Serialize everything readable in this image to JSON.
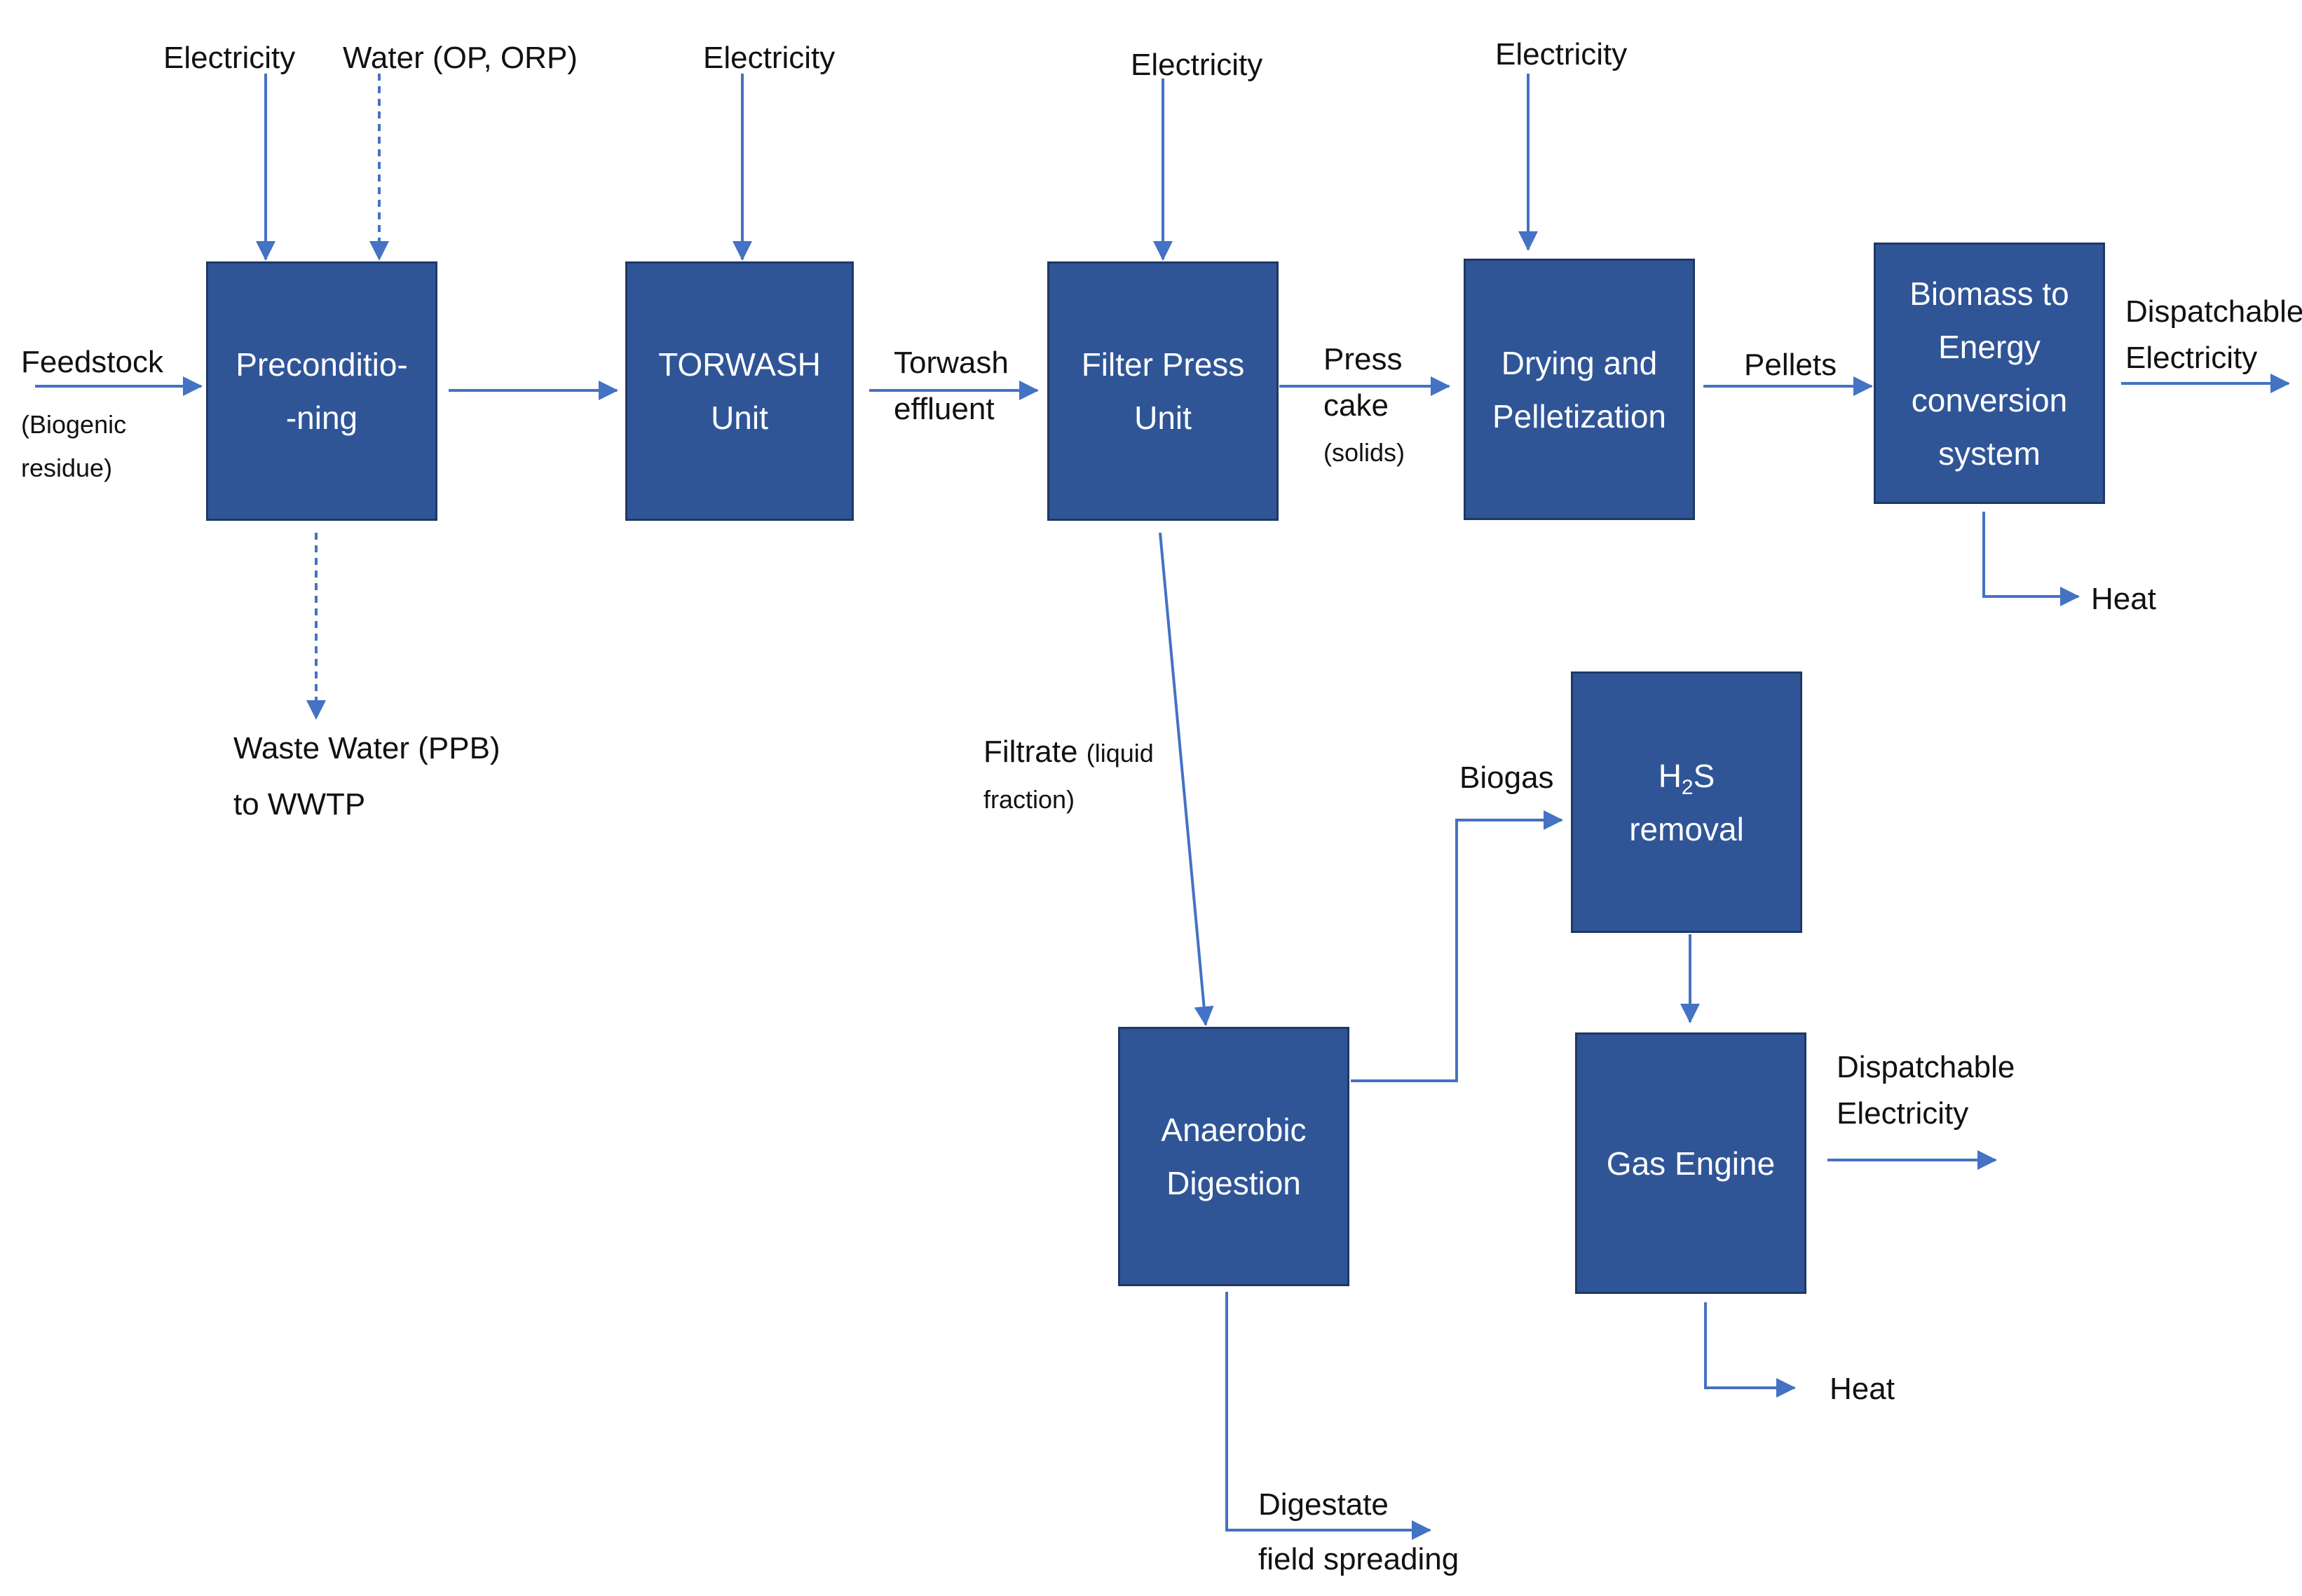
{
  "colors": {
    "box_fill": "#2f5597",
    "box_border": "#1f3864",
    "arrow": "#4472c4",
    "box_text": "#ffffff",
    "label_text": "#111111"
  },
  "boxes": {
    "preconditioning": [
      "Preconditio-",
      "-ning"
    ],
    "torwash": [
      "TORWASH",
      "Unit"
    ],
    "filter_press": [
      "Filter Press",
      "Unit"
    ],
    "drying": [
      "Drying and",
      "Pelletization"
    ],
    "biomass": [
      "Biomass to",
      "Energy",
      "conversion",
      "system"
    ],
    "h2s": {
      "line1_main": "H",
      "line1_sub": "2",
      "line1_tail": "S",
      "line2": "removal"
    },
    "anaerobic": [
      "Anaerobic",
      "Digestion"
    ],
    "gas_engine": [
      "Gas Engine"
    ]
  },
  "labels": {
    "electricity": "Electricity",
    "water": "Water (OP, ORP)",
    "feedstock": "Feedstock",
    "feedstock_note": [
      "(Biogenic",
      "residue)"
    ],
    "waste_water": [
      "Waste Water (PPB)",
      "to WWTP"
    ],
    "torwash_effluent": [
      "Torwash",
      "effluent"
    ],
    "press_cake": [
      "Press",
      "cake"
    ],
    "press_cake_note": "(solids)",
    "pellets": "Pellets",
    "dispatchable": [
      "Dispatchable",
      "Electricity"
    ],
    "heat": "Heat",
    "filtrate": {
      "main": "Filtrate",
      "note1": "(liquid",
      "note2": "fraction)"
    },
    "biogas": "Biogas",
    "digestate": [
      "Digestate",
      "field spreading"
    ]
  }
}
